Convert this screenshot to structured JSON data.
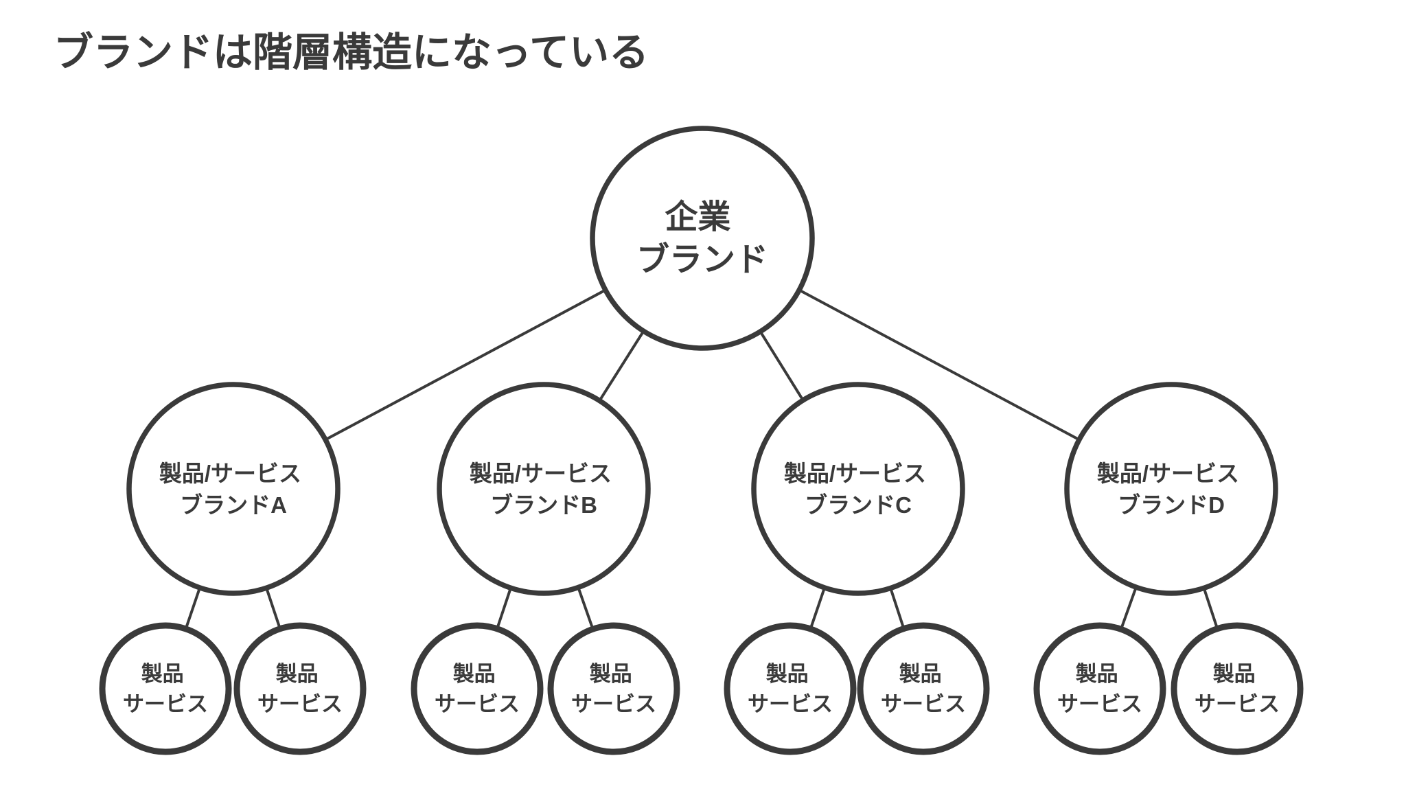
{
  "title": "ブランドは階層構造になっている",
  "colors": {
    "background": "#ffffff",
    "stroke": "#3a3a3a",
    "node_fill": "#ffffff",
    "text": "#3a3a3a"
  },
  "diagram": {
    "root": {
      "lines": [
        "企業",
        "ブランド"
      ]
    },
    "brands": [
      {
        "lines": [
          "製品/サービス",
          "ブランドA"
        ],
        "products": [
          {
            "lines": [
              "製品",
              "サービス"
            ]
          },
          {
            "lines": [
              "製品",
              "サービス"
            ]
          }
        ]
      },
      {
        "lines": [
          "製品/サービス",
          "ブランドB"
        ],
        "products": [
          {
            "lines": [
              "製品",
              "サービス"
            ]
          },
          {
            "lines": [
              "製品",
              "サービス"
            ]
          }
        ]
      },
      {
        "lines": [
          "製品/サービス",
          "ブランドC"
        ],
        "products": [
          {
            "lines": [
              "製品",
              "サービス"
            ]
          },
          {
            "lines": [
              "製品",
              "サービス"
            ]
          }
        ]
      },
      {
        "lines": [
          "製品/サービス",
          "ブランドD"
        ],
        "products": [
          {
            "lines": [
              "製品",
              "サービス"
            ]
          },
          {
            "lines": [
              "製品",
              "サービス"
            ]
          }
        ]
      }
    ]
  }
}
